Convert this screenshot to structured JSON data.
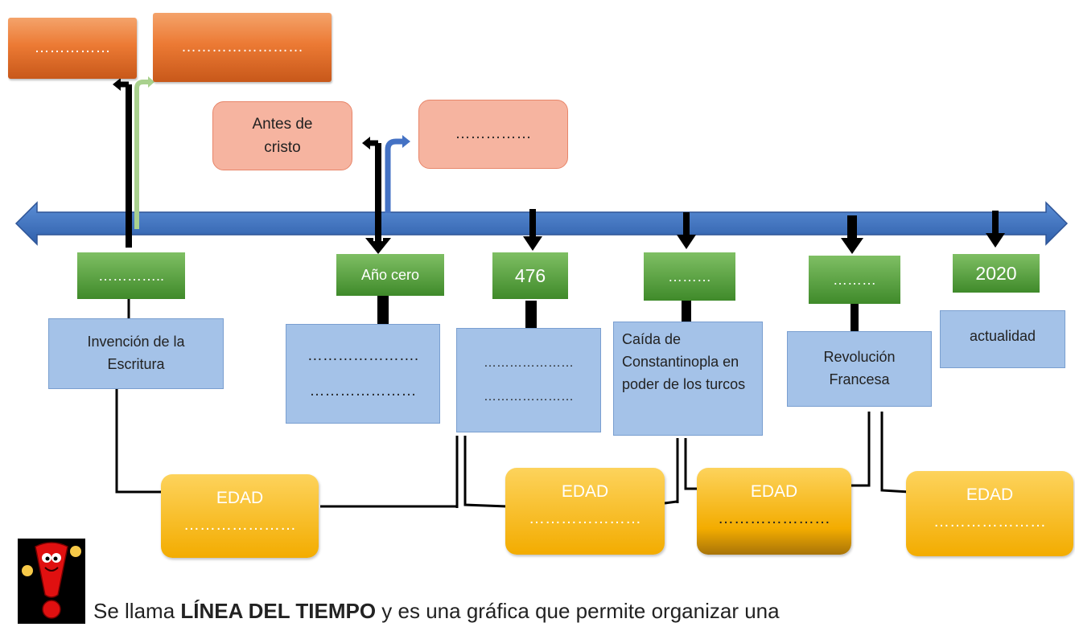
{
  "scrolls": [
    "……………",
    "……………………"
  ],
  "eras": {
    "before": "Antes de cristo",
    "after": "……………"
  },
  "dates": [
    "…………..",
    "Año cero",
    "476",
    "………",
    "………",
    "2020"
  ],
  "events": [
    "Invención de la Escritura",
    "………………….\n…………………",
    "…………………\n…………………",
    "Caída de Constantinopla en poder de los turcos",
    "Revolución Francesa",
    "actualidad"
  ],
  "ages": [
    {
      "title": "EDAD",
      "blank": "…………………"
    },
    {
      "title": "EDAD",
      "blank": "…………………"
    },
    {
      "title": "EDAD",
      "blank": "…………………"
    },
    {
      "title": "EDAD",
      "blank": "…………………"
    }
  ],
  "footer": {
    "pre": "Se llama ",
    "bold": "LÍNEA DEL TIEMPO",
    "post": " y es una gráfica que permite organizar una"
  },
  "colors": {
    "timeline_arrow": "#4472c4",
    "scroll": "#ec7a34",
    "era_box": "#f6b4a0",
    "date_box": "#4e9a36",
    "event_box": "#a4c2e8",
    "age_box": "#f8bc1c"
  },
  "icons": [
    "exclamation-mascot-icon"
  ]
}
